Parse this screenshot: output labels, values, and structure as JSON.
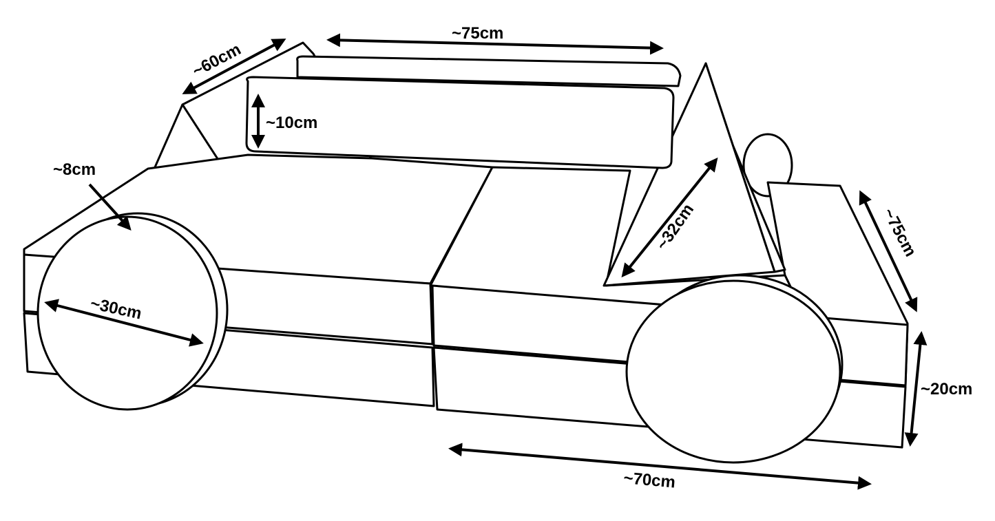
{
  "colors": {
    "line": "#000000",
    "fill": "#ffffff"
  },
  "labels": {
    "bolster_length": "~75cm",
    "triangle_depth": "~60cm",
    "bolster_height": "~10cm",
    "wheel_thickness": "~8cm",
    "wheel_diameter": "~30cm",
    "triangle_side": "~32cm",
    "base_depth": "~75cm",
    "base_height": "~20cm",
    "base_length": "~70cm"
  }
}
